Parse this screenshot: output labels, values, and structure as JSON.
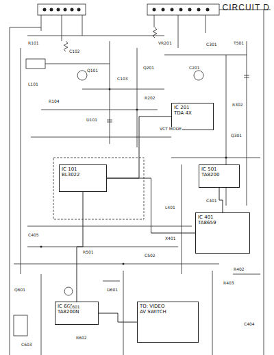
{
  "diagram": {
    "title": "CIRCUIT D",
    "nodes": [
      {
        "text": [
          "IC 101",
          "BL3022"
        ]
      },
      {
        "text": [
          "IC 201",
          "TDA 4X"
        ]
      },
      {
        "text": [
          "IC 401",
          "TA8659"
        ]
      },
      {
        "text": [
          "IC 501",
          "TA8200"
        ]
      },
      {
        "text": [
          "IC 601",
          "TA8200N"
        ]
      },
      {
        "text": [
          "TO: VIDEO",
          "AV SWITCH"
        ]
      }
    ],
    "edges": [
      {
        "from": 1,
        "to": 0,
        "arrow": "none"
      },
      {
        "from": 0,
        "to": 2,
        "arrow": "none"
      },
      {
        "from": 0,
        "to": 4,
        "arrow": "none"
      },
      {
        "from": 3,
        "to": 2,
        "arrow": "none"
      },
      {
        "from": 4,
        "to": 5,
        "arrow": "none"
      }
    ],
    "labels": [
      "R101",
      "C102",
      "Q101",
      "L101",
      "C103",
      "R104",
      "D101",
      "Q201",
      "C201",
      "R202",
      "VCT MODE",
      "C301",
      "R302",
      "Q301",
      "C401",
      "R402",
      "L401",
      "X401",
      "C405",
      "R501",
      "C502",
      "Q601",
      "C601",
      "R602",
      "D601",
      "C603",
      "R403",
      "C404",
      "T501",
      "VR201"
    ]
  }
}
